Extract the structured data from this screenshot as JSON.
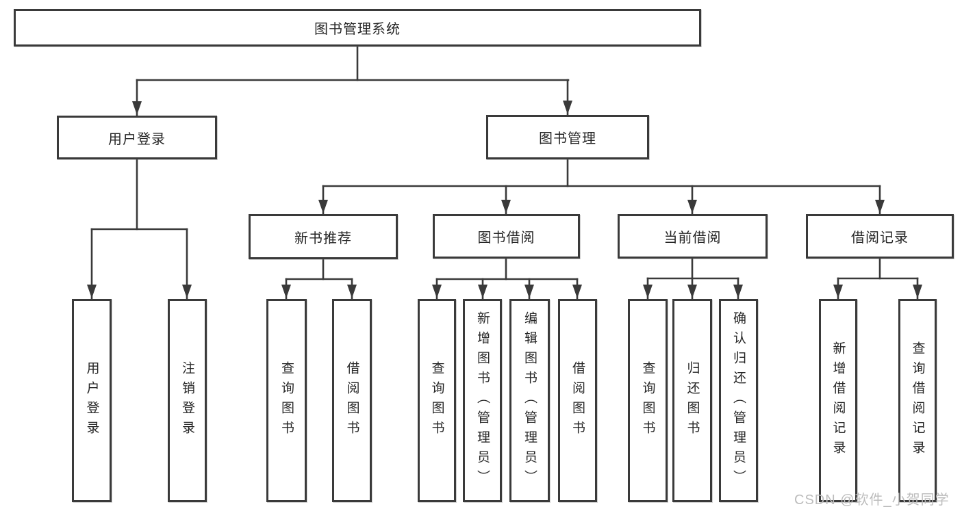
{
  "diagram": {
    "watermark": "CSDN @软件_小贺同学",
    "colors": {
      "line": "#3a3a3a",
      "box_border": "#3a3a3a",
      "text": "#262626",
      "watermark": "#bcbcbc",
      "background": "#ffffff"
    },
    "tree": {
      "root": {
        "label": "图书管理系统",
        "children": [
          {
            "label": "用户登录",
            "children": [
              {
                "label": "用户登录"
              },
              {
                "label": "注销登录"
              }
            ]
          },
          {
            "label": "图书管理",
            "children": [
              {
                "label": "新书推荐",
                "children": [
                  {
                    "label": "查询图书"
                  },
                  {
                    "label": "借阅图书"
                  }
                ]
              },
              {
                "label": "图书借阅",
                "children": [
                  {
                    "label": "查询图书"
                  },
                  {
                    "label": "新增图书（管理员）"
                  },
                  {
                    "label": "编辑图书（管理员）"
                  },
                  {
                    "label": "借阅图书"
                  }
                ]
              },
              {
                "label": "当前借阅",
                "children": [
                  {
                    "label": "查询图书"
                  },
                  {
                    "label": "归还图书"
                  },
                  {
                    "label": "确认归还（管理员）"
                  }
                ]
              },
              {
                "label": "借阅记录",
                "children": [
                  {
                    "label": "新增借阅记录"
                  },
                  {
                    "label": "查询借阅记录"
                  }
                ]
              }
            ]
          }
        ]
      }
    }
  }
}
